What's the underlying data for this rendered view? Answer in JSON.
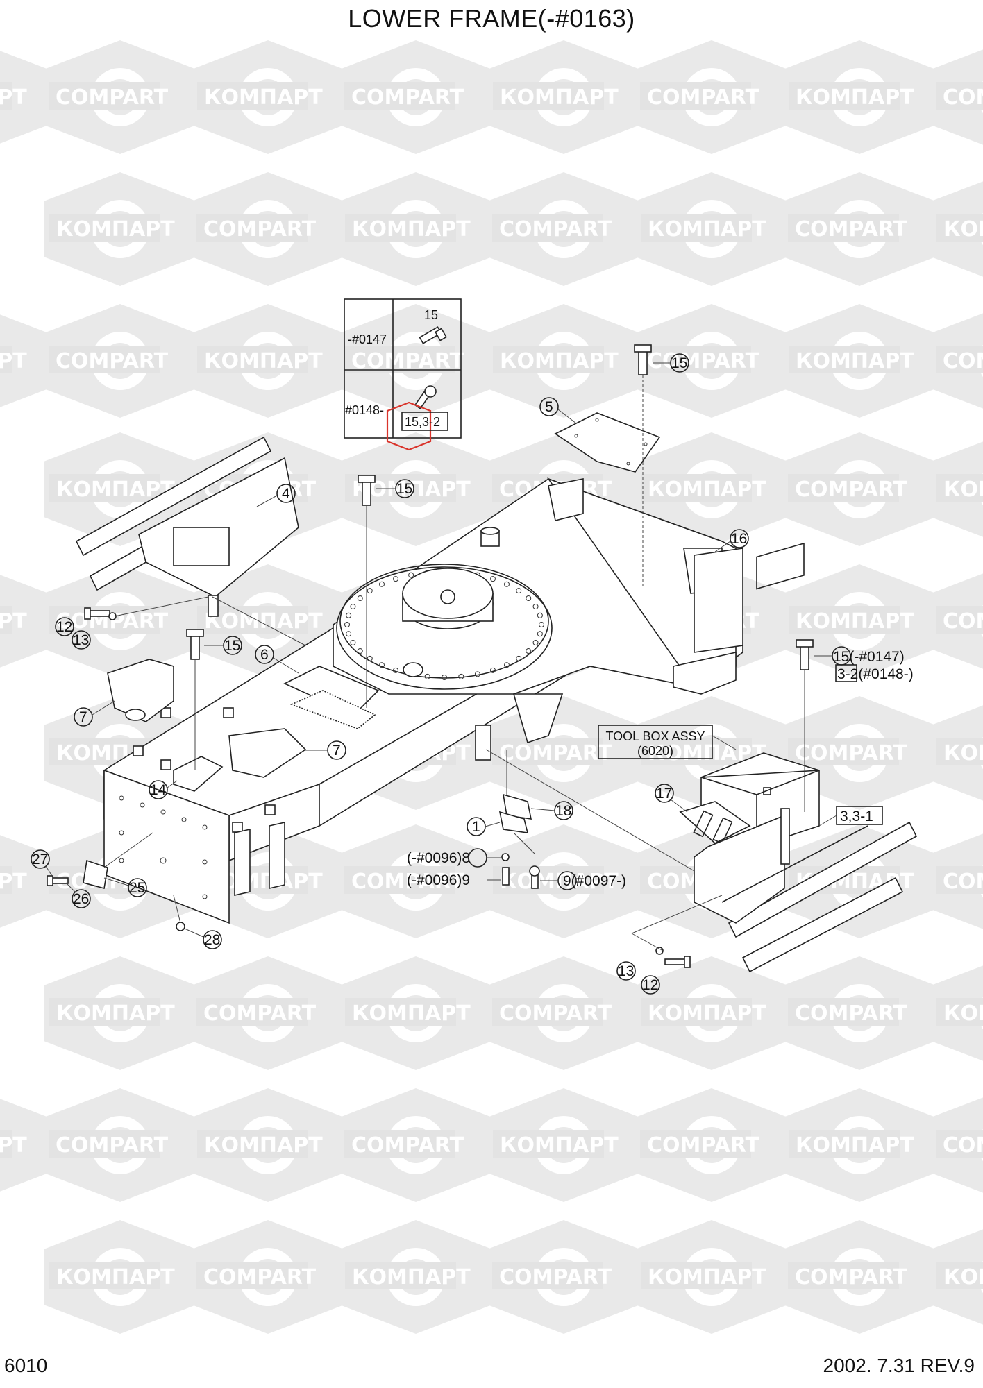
{
  "title": "LOWER FRAME(-#0163)",
  "footer": {
    "page_code": "6010",
    "revision": "2002. 7.31 REV.9"
  },
  "watermark": {
    "text_cyrillic": "КОМПАРТ",
    "text_latin": "COMPART",
    "color": "#e3e3e3"
  },
  "highlight_color": "#d9342b",
  "inset_table": {
    "rows": [
      {
        "range": "-#0147",
        "part_label": "15"
      },
      {
        "range": "#0148-",
        "part_label": "15,3-2"
      }
    ]
  },
  "callouts": {
    "c1": "1",
    "c4": "4",
    "c5": "5",
    "c6": "6",
    "c7a": "7",
    "c7b": "7",
    "c8": "(-#0096)8",
    "c9a": "(-#0096)9",
    "c9b": "9(#0097-)",
    "c12a": "12",
    "c12b": "12",
    "c13a": "13",
    "c13b": "13",
    "c14": "14",
    "c15a": "15",
    "c15b": "15",
    "c15c": "15",
    "c15d": "15(-#0147)",
    "c32": "3-2(#0148-)",
    "c16": "16",
    "c17": "17",
    "c18": "18",
    "c25": "25",
    "c26": "26",
    "c27": "27",
    "c28": "28",
    "c331": "3,3-1",
    "toolbox_title": "TOOL BOX ASSY",
    "toolbox_ref": "(6020)"
  }
}
